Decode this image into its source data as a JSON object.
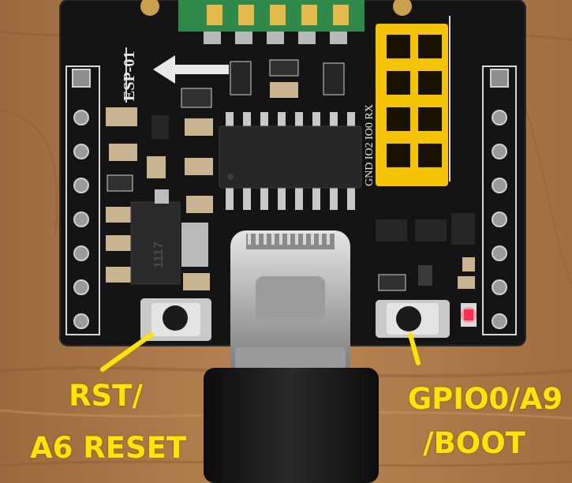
{
  "photo": {
    "subject": "ESP-01 USB-C programmer board",
    "colors": {
      "wood": "#b07a4a",
      "board": "#141414",
      "annotation": "#ffe400",
      "header_socket": "#f5c400",
      "led": "#ff2a4a"
    }
  },
  "silkscreen": {
    "board_label": "ESP-01",
    "header_label_top": "GND IO2 IO0 RX",
    "chip_label": "1117"
  },
  "annotations": {
    "rst_line1": "RST/",
    "rst_line2": "A6 RESET",
    "gpio_line1": "GPIO0/A9",
    "gpio_line2": "/BOOT"
  }
}
